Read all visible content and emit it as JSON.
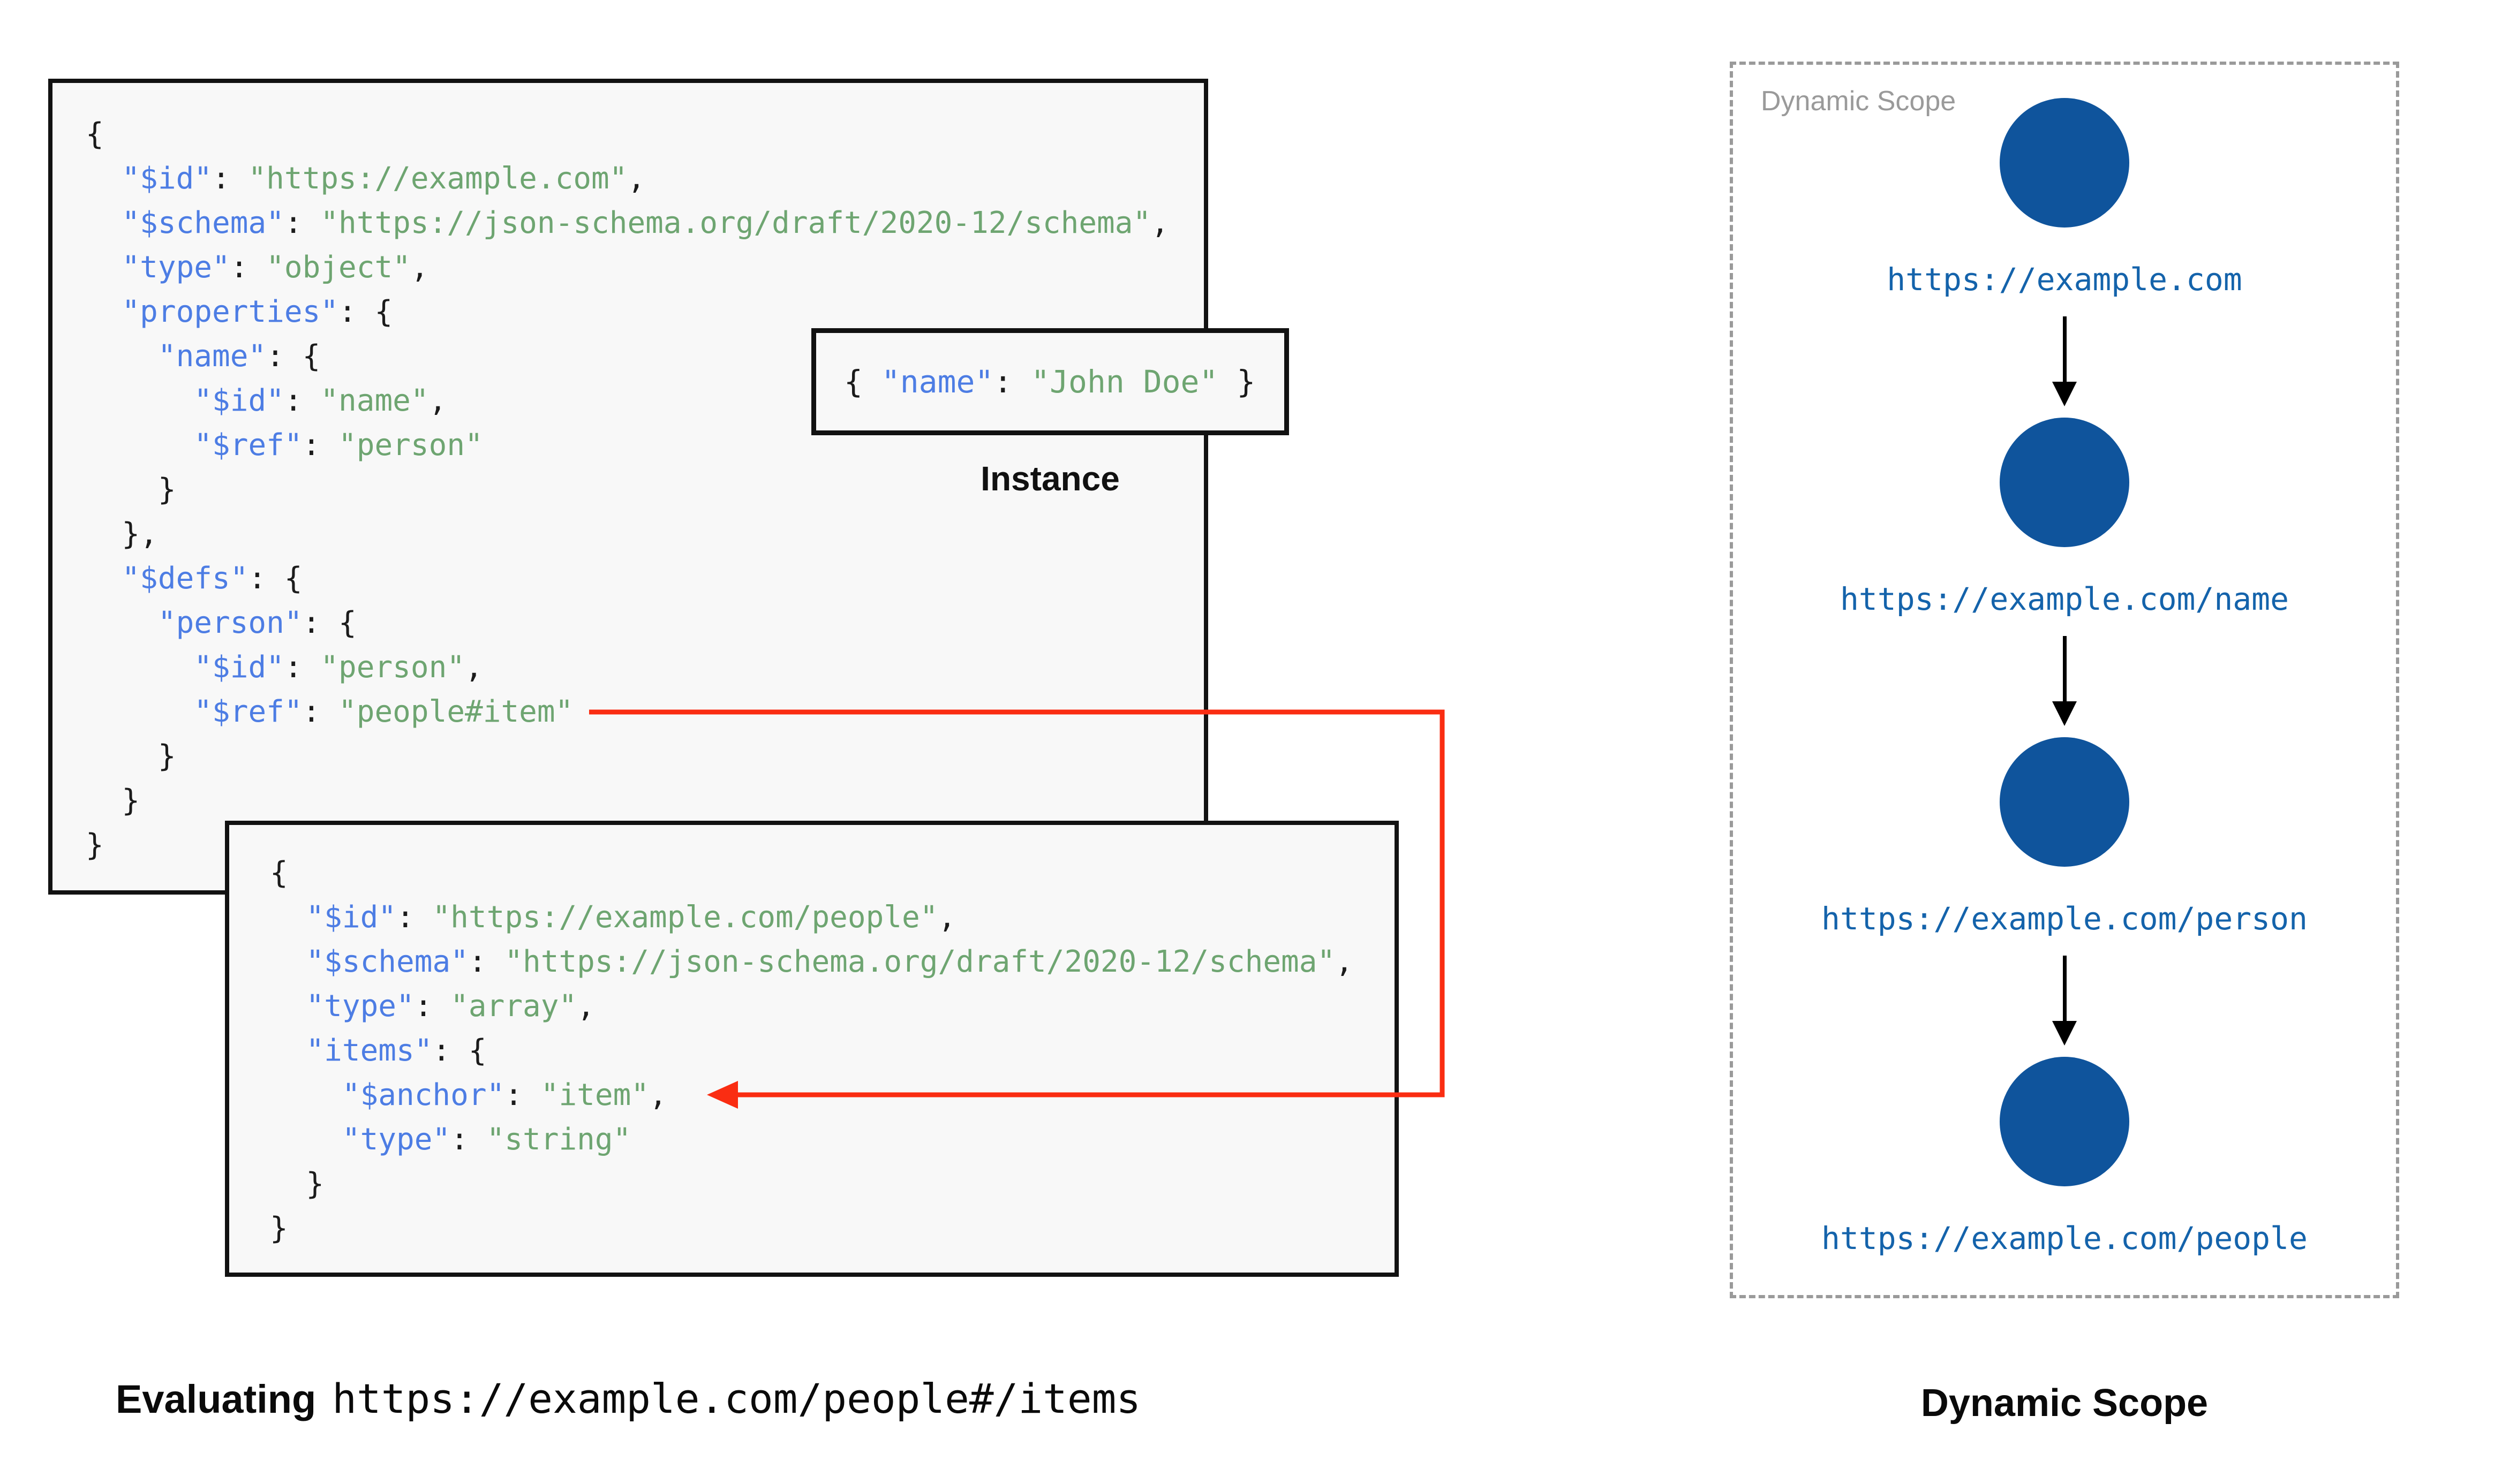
{
  "palette": {
    "key_color": "#4d7de4",
    "string_color": "#6ea571",
    "plain_color": "#1b1b1b",
    "box_background": "#f8f8f8",
    "box_border": "#121212",
    "red_arrow": "#fa2d12",
    "circle_fill": "#0f549c",
    "uri_blue": "#1463ab",
    "gray": "#9a9a9a"
  },
  "schema_root": {
    "lines": [
      [
        [
          "p",
          "{"
        ]
      ],
      [
        [
          "p",
          "  "
        ],
        [
          "k",
          "\"$id\""
        ],
        [
          "p",
          ": "
        ],
        [
          "s",
          "\"https://example.com\""
        ],
        [
          "p",
          ","
        ]
      ],
      [
        [
          "p",
          "  "
        ],
        [
          "k",
          "\"$schema\""
        ],
        [
          "p",
          ": "
        ],
        [
          "s",
          "\"https://json-schema.org/draft/2020-12/schema\""
        ],
        [
          "p",
          ","
        ]
      ],
      [
        [
          "p",
          "  "
        ],
        [
          "k",
          "\"type\""
        ],
        [
          "p",
          ": "
        ],
        [
          "s",
          "\"object\""
        ],
        [
          "p",
          ","
        ]
      ],
      [
        [
          "p",
          "  "
        ],
        [
          "k",
          "\"properties\""
        ],
        [
          "p",
          ": {"
        ]
      ],
      [
        [
          "p",
          "    "
        ],
        [
          "k",
          "\"name\""
        ],
        [
          "p",
          ": {"
        ]
      ],
      [
        [
          "p",
          "      "
        ],
        [
          "k",
          "\"$id\""
        ],
        [
          "p",
          ": "
        ],
        [
          "s",
          "\"name\""
        ],
        [
          "p",
          ","
        ]
      ],
      [
        [
          "p",
          "      "
        ],
        [
          "k",
          "\"$ref\""
        ],
        [
          "p",
          ": "
        ],
        [
          "s",
          "\"person\""
        ]
      ],
      [
        [
          "p",
          "    }"
        ]
      ],
      [
        [
          "p",
          "  },"
        ]
      ],
      [
        [
          "p",
          "  "
        ],
        [
          "k",
          "\"$defs\""
        ],
        [
          "p",
          ": {"
        ]
      ],
      [
        [
          "p",
          "    "
        ],
        [
          "k",
          "\"person\""
        ],
        [
          "p",
          ": {"
        ]
      ],
      [
        [
          "p",
          "      "
        ],
        [
          "k",
          "\"$id\""
        ],
        [
          "p",
          ": "
        ],
        [
          "s",
          "\"person\""
        ],
        [
          "p",
          ","
        ]
      ],
      [
        [
          "p",
          "      "
        ],
        [
          "k",
          "\"$ref\""
        ],
        [
          "p",
          ": "
        ],
        [
          "s",
          "\"people#item\""
        ]
      ],
      [
        [
          "p",
          "    }"
        ]
      ],
      [
        [
          "p",
          "  }"
        ]
      ],
      [
        [
          "p",
          "}"
        ]
      ]
    ]
  },
  "schema_people": {
    "lines": [
      [
        [
          "p",
          "{"
        ]
      ],
      [
        [
          "p",
          "  "
        ],
        [
          "k",
          "\"$id\""
        ],
        [
          "p",
          ": "
        ],
        [
          "s",
          "\"https://example.com/people\""
        ],
        [
          "p",
          ","
        ]
      ],
      [
        [
          "p",
          "  "
        ],
        [
          "k",
          "\"$schema\""
        ],
        [
          "p",
          ": "
        ],
        [
          "s",
          "\"https://json-schema.org/draft/2020-12/schema\""
        ],
        [
          "p",
          ","
        ]
      ],
      [
        [
          "p",
          "  "
        ],
        [
          "k",
          "\"type\""
        ],
        [
          "p",
          ": "
        ],
        [
          "s",
          "\"array\""
        ],
        [
          "p",
          ","
        ]
      ],
      [
        [
          "p",
          "  "
        ],
        [
          "k",
          "\"items\""
        ],
        [
          "p",
          ": {"
        ]
      ],
      [
        [
          "p",
          "    "
        ],
        [
          "k",
          "\"$anchor\""
        ],
        [
          "p",
          ": "
        ],
        [
          "s",
          "\"item\""
        ],
        [
          "p",
          ","
        ]
      ],
      [
        [
          "p",
          "    "
        ],
        [
          "k",
          "\"type\""
        ],
        [
          "p",
          ": "
        ],
        [
          "s",
          "\"string\""
        ]
      ],
      [
        [
          "p",
          "  }"
        ]
      ],
      [
        [
          "p",
          "}"
        ]
      ]
    ]
  },
  "instance": {
    "label": "Instance",
    "lines": [
      [
        [
          "p",
          "{ "
        ],
        [
          "k",
          "\"name\""
        ],
        [
          "p",
          ": "
        ],
        [
          "s",
          "\"John Doe\""
        ],
        [
          "p",
          " }"
        ]
      ]
    ]
  },
  "evaluating": {
    "bold": "Evaluating",
    "uri": "https://example.com/people#/items"
  },
  "dynamic_scope": {
    "panel_label": "Dynamic Scope",
    "caption": "Dynamic Scope",
    "nodes": [
      {
        "label": "https://example.com"
      },
      {
        "label": "https://example.com/name"
      },
      {
        "label": "https://example.com/person"
      },
      {
        "label": "https://example.com/people"
      }
    ]
  }
}
